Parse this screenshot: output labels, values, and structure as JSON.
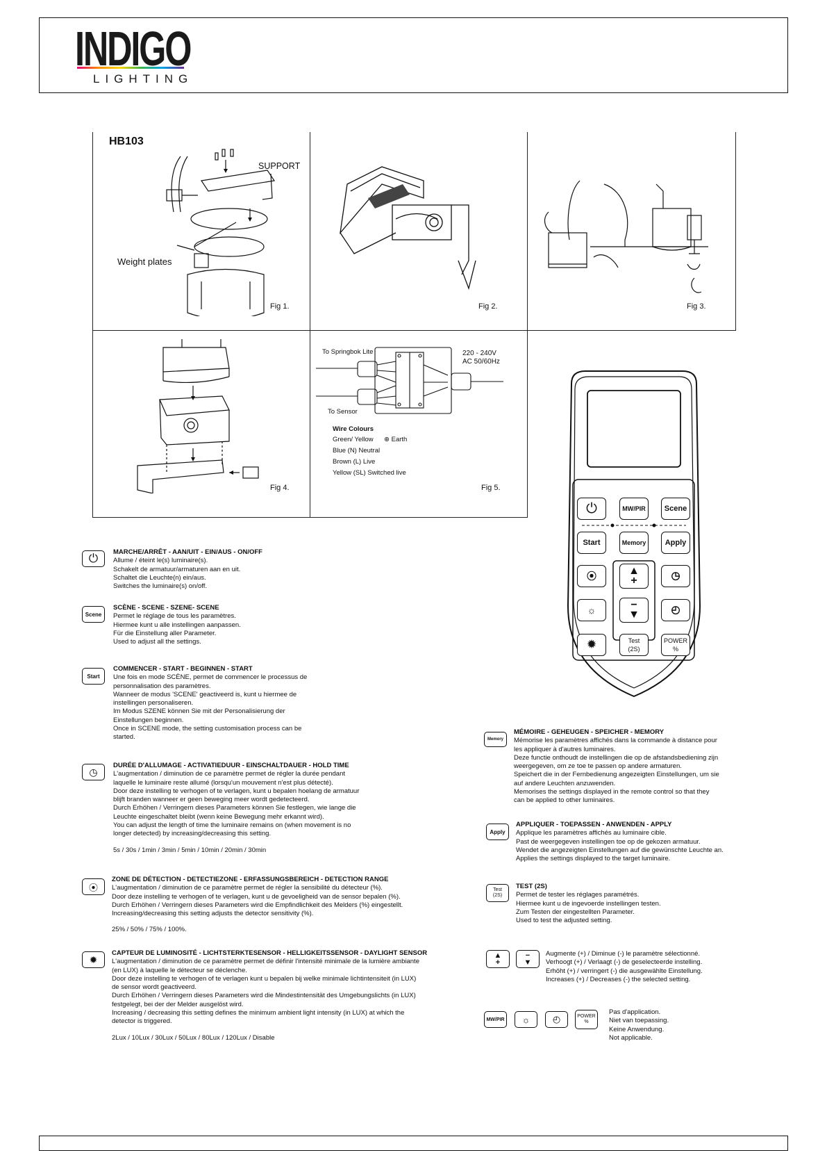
{
  "logo": {
    "brand": "INDIGO",
    "sub": "LIGHTING"
  },
  "figures": {
    "model": "HB103",
    "fig1": {
      "label": "Fig 1.",
      "support": "SUPPORT",
      "weight_plates": "Weight plates"
    },
    "fig2": {
      "label": "Fig 2."
    },
    "fig3": {
      "label": "Fig 3."
    },
    "fig4": {
      "label": "Fig 4."
    },
    "fig5": {
      "label": "Fig 5.",
      "to_springbok": "To Springbok Lite",
      "to_sensor": "To Sensor",
      "voltage": "220 - 240V",
      "ac": "AC 50/60Hz",
      "wire_title": "Wire Colours",
      "wires": [
        "Green/ Yellow",
        "Blue (N) Neutral",
        "Brown (L) Live",
        "Yellow (SL) Switched live"
      ],
      "earth": "Earth"
    }
  },
  "remote": {
    "keys": {
      "mwpir": "MW/PIR",
      "scene": "Scene",
      "start": "Start",
      "memory": "Memory",
      "apply": "Apply",
      "test": "Test",
      "test_sub": "(2S)",
      "power": "POWER",
      "power_sub": "%"
    }
  },
  "legend_icons": {
    "scene": "Scene",
    "start": "Start",
    "memory": "Memory",
    "apply": "Apply",
    "test": "Test",
    "test_sub": "(2S)",
    "mwpir": "MW/PIR",
    "power": "POWER",
    "power_sub": "%"
  },
  "legend": {
    "onoff": {
      "title": "MARCHE/ARRÊT - AAN/UIT - EIN/AUS - ON/OFF",
      "lines": [
        "Allume / éteint le(s) luminaire(s).",
        "Schakelt de armatuur/armaturen aan en uit.",
        "Schaltet die Leuchte(n) ein/aus.",
        "Switches the luminaire(s) on/off."
      ]
    },
    "scene": {
      "title": "SCÈNE - SCENE - SZENE- SCENE",
      "lines": [
        "Permet le réglage de tous les paramètres.",
        "Hiermee kunt u alle instellingen aanpassen.",
        "Für die Einstellung aller Parameter.",
        "Used to adjust all the settings."
      ]
    },
    "start": {
      "title": "COMMENCER - START - BEGINNEN - START",
      "lines": [
        "Une fois en mode SCÈNE, permet de commencer le processus de",
        "personnalisation des paramètres.",
        "Wanneer de modus 'SCENE' geactiveerd is, kunt u hiermee de",
        "instellingen personaliseren.",
        "Im Modus SZENE können Sie mit der Personalisierung der",
        "Einstellungen beginnen.",
        "Once in SCENE mode, the setting customisation process can be",
        "started."
      ]
    },
    "hold": {
      "title": "DURÉE D'ALLUMAGE - ACTIVATIEDUUR -  EINSCHALTDAUER - HOLD TIME",
      "lines": [
        "L'augmentation / diminution de ce paramètre permet de régler la durée pendant",
        "laquelle le luminaire reste allumé (lorsqu'un mouvement n'est plus détecté).",
        "Door deze instelling te verhogen of te verlagen, kunt u bepalen hoelang de armatuur",
        "blijft branden wanneer er geen beweging meer wordt gedetecteerd.",
        "Durch Erhöhen / Verringern dieses Parameters können Sie festlegen, wie lange die",
        "Leuchte eingeschaltet bleibt (wenn keine Bewegung mehr erkannt wird).",
        "You can adjust the length of time the luminaire remains on (when movement is no",
        "longer detected) by increasing/decreasing this setting."
      ],
      "values": "5s / 30s / 1min / 3min / 5min / 10min / 20min / 30min"
    },
    "range": {
      "title": "ZONE DE DÉTECTION - DETECTIEZONE - ERFASSUNGSBEREICH - DETECTION RANGE",
      "lines": [
        "L'augmentation / diminution de ce paramètre permet de régler la sensibilité du détecteur (%).",
        "Door deze instelling te verhogen of te verlagen, kunt u de gevoeligheid van de sensor bepalen (%).",
        "Durch Erhöhen / Verringern dieses Parameters wird die Empfindlichkeit des Melders (%) eingestellt.",
        "Increasing/decreasing this setting adjusts the detector sensitivity (%)."
      ],
      "values": "25% / 50% / 75% / 100%."
    },
    "daylight": {
      "title": "CAPTEUR DE LUMINOSITÉ -  LICHTSTERKTESENSOR - HELLIGKEITSSENSOR - DAYLIGHT SENSOR",
      "lines": [
        "L'augmentation / diminution de ce paramètre permet de définir l'intensité minimale de la lumière ambiante",
        "(en LUX) à laquelle le détecteur se déclenche.",
        "Door deze instelling te verhogen of te verlagen kunt u bepalen bij welke minimale lichtintensiteit (in LUX)",
        "de sensor wordt geactiveerd.",
        "Durch Erhöhen / Verringern dieses Parameters wird die Mindestintensität des Umgebungslichts (in LUX)",
        "festgelegt, bei der der Melder ausgelöst wird.",
        "Increasing / decreasing this setting defines the minimum ambient light intensity (in LUX) at which the",
        "detector is triggered."
      ],
      "values": "2Lux / 10Lux / 30Lux / 50Lux / 80Lux / 120Lux / Disable"
    },
    "memory": {
      "title": "MÉMOIRE - GEHEUGEN - SPEICHER - MEMORY",
      "lines": [
        "Mémorise les paramètres affichés dans la commande à distance pour",
        "les appliquer à d'autres luminaires.",
        "Deze functie onthoudt de instellingen die op de afstandsbediening zijn",
        "weergegeven, om ze toe te passen op andere armaturen.",
        "Speichert die in der Fernbedienung angezeigten Einstellungen, um sie",
        "auf andere Leuchten anzuwenden.",
        "Memorises the settings displayed in the remote control so that they",
        "can be applied to other luminaires."
      ]
    },
    "apply": {
      "title": "APPLIQUER - TOEPASSEN - ANWENDEN - APPLY",
      "lines": [
        "Applique les paramètres affichés au luminaire cible.",
        "Past de weergegeven instellingen toe op de gekozen armatuur.",
        "Wendet die angezeigten Einstellungen auf die gewünschte Leuchte an.",
        "Applies the settings displayed to the target luminaire."
      ]
    },
    "test": {
      "title": "TEST (2S)",
      "lines": [
        "Permet de tester les réglages paramétrés.",
        "Hiermee kunt u de ingevoerde instellingen testen.",
        "Zum Testen der eingestellten Parameter.",
        "Used to test the adjusted setting."
      ]
    },
    "arrows": {
      "lines": [
        "Augmente (+) / Diminue (-) le paramètre sélectionné.",
        "Verhoogt (+) / Verlaagt (-) de geselecteerde instelling.",
        "Erhöht (+) / verringert (-) die ausgewählte Einstellung.",
        "Increases (+) / Decreases (-) the selected setting."
      ]
    },
    "na": {
      "lines": [
        "Pas d'application.",
        "Niet van toepassing.",
        "Keine Anwendung.",
        "Not applicable."
      ]
    }
  }
}
